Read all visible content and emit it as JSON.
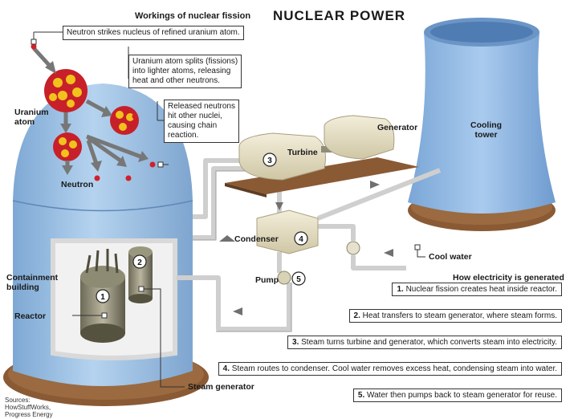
{
  "title": "NUCLEAR POWER",
  "fission_heading": "Workings of nuclear fission",
  "fission_notes": [
    "Neutron strikes nucleus of refined uranium atom.",
    [
      "Uranium atom splits (fissions)",
      "into lighter atoms, releasing",
      "heat and other neutrons."
    ],
    [
      "Released neutrons",
      "hit other nuclei,",
      "causing chain",
      "reaction."
    ]
  ],
  "labels": {
    "uranium_atom": [
      "Uranium",
      "atom"
    ],
    "neutron": "Neutron",
    "containment": [
      "Containment",
      "building"
    ],
    "reactor": "Reactor",
    "steam_generator": "Steam generator",
    "turbine": "Turbine",
    "generator": "Generator",
    "condenser": "Condenser",
    "pump": "Pump",
    "cooling_tower": [
      "Cooling",
      "tower"
    ],
    "cool_water": "Cool water"
  },
  "markers": [
    "1",
    "2",
    "3",
    "4",
    "5"
  ],
  "how_heading": "How electricity is generated",
  "steps": [
    {
      "num": "1.",
      "text": "Nuclear fission creates heat inside reactor."
    },
    {
      "num": "2.",
      "text": "Heat transfers to steam generator, where steam forms."
    },
    {
      "num": "3.",
      "text": "Steam turns turbine and generator, which converts steam into electricity."
    },
    {
      "num": "4.",
      "text": "Steam routes to condenser. Cool water removes excess heat, condensing steam into water."
    },
    {
      "num": "5.",
      "text": "Water then pumps back to steam generator for reuse."
    }
  ],
  "sources": [
    "Sources:",
    "HowStuffWorks,",
    "Progress Energy"
  ],
  "colors": {
    "building": "#9ec3e6",
    "tower": "#8fb8e2",
    "ground": "#8a5a34",
    "atom_red": "#c8202a",
    "atom_yellow": "#f2c21c",
    "machinery": "#e8e2c8",
    "pipe": "#d8d8d8"
  }
}
